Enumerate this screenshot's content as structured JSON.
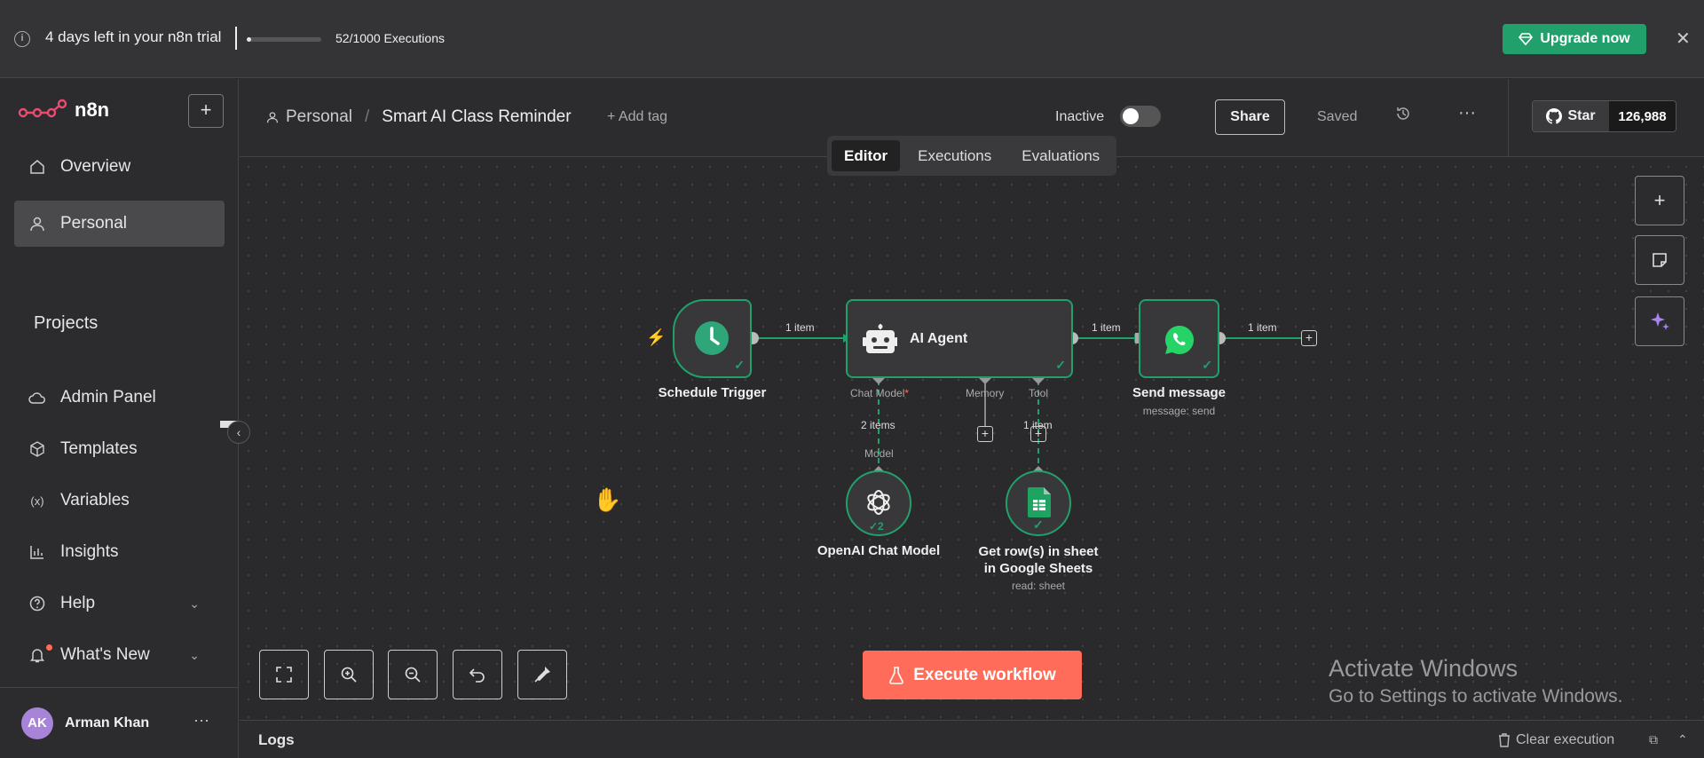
{
  "banner": {
    "trial_text": "4 days left in your n8n trial",
    "executions_text": "52/1000 Executions",
    "executions_used": 52,
    "executions_total": 1000,
    "upgrade_label": "Upgrade now",
    "close_label": "✕"
  },
  "sidebar": {
    "logo_text": "n8n",
    "new_label": "+",
    "nav": [
      {
        "label": "Overview"
      },
      {
        "label": "Personal"
      }
    ],
    "projects_label": "Projects",
    "items": [
      {
        "label": "Admin Panel"
      },
      {
        "label": "Templates"
      },
      {
        "label": "Variables"
      },
      {
        "label": "Insights"
      },
      {
        "label": "Help"
      },
      {
        "label": "What's New"
      }
    ],
    "user": {
      "initials": "AK",
      "name": "Arman Khan",
      "more": "···"
    }
  },
  "header": {
    "project": "Personal",
    "workflow_name": "Smart AI Class Reminder",
    "add_tag": "+ Add tag",
    "status_label": "Inactive",
    "share_label": "Share",
    "saved_label": "Saved",
    "more": "···",
    "github": {
      "star_label": "Star",
      "count": "126,988"
    }
  },
  "tabs": [
    {
      "label": "Editor",
      "active": true
    },
    {
      "label": "Executions",
      "active": false
    },
    {
      "label": "Evaluations",
      "active": false
    }
  ],
  "workflow": {
    "nodes": {
      "schedule": {
        "label": "Schedule Trigger"
      },
      "agent": {
        "label": "AI Agent",
        "ports": {
          "chat_model": "Chat Model",
          "required_mark": "*",
          "memory": "Memory",
          "tool": "Tool"
        }
      },
      "whatsapp": {
        "label": "Send message",
        "sub": "message: send"
      },
      "openai": {
        "label": "OpenAI Chat Model",
        "badge": "✓2",
        "port": "Model"
      },
      "sheets": {
        "label_line1": "Get row(s) in sheet",
        "label_line2": "in Google Sheets",
        "sub": "read: sheet"
      }
    },
    "edges": {
      "schedule_agent": "1 item",
      "agent_whatsapp": "1 item",
      "whatsapp_out": "1 item",
      "openai_agent": "2 items",
      "sheets_agent": "1 item"
    }
  },
  "canvas": {
    "execute_label": "Execute workflow"
  },
  "watermark": {
    "line1": "Activate Windows",
    "line2": "Go to Settings to activate Windows."
  },
  "logs": {
    "title": "Logs",
    "clear_label": "Clear execution"
  },
  "colors": {
    "accent_green": "#22a06b",
    "execute_orange": "#ff6d5a",
    "avatar_purple": "#a884d8"
  }
}
